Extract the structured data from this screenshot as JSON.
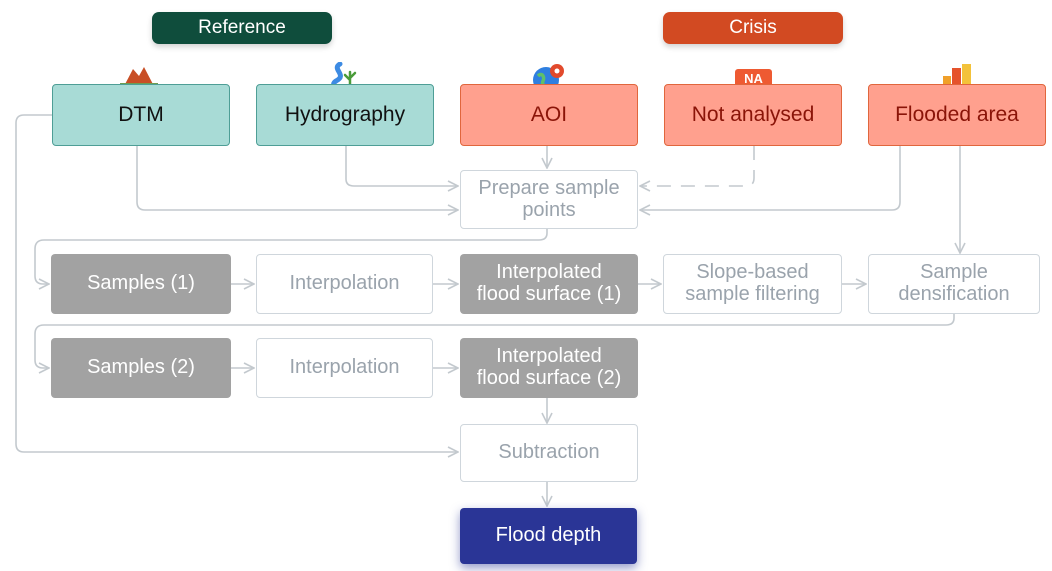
{
  "headers": {
    "reference": "Reference",
    "crisis": "Crisis"
  },
  "sources": {
    "dtm": "DTM",
    "hydrography": "Hydrography",
    "aoi": "AOI",
    "not_analysed": "Not analysed",
    "flooded_area": "Flooded area"
  },
  "icons": {
    "dtm": "mountain-icon",
    "hydrography": "river-icon",
    "aoi": "globe-pin-icon",
    "not_analysed": "na-badge-icon",
    "not_analysed_text": "NA",
    "flooded_area": "flooded-buildings-icon"
  },
  "steps": {
    "prepare": [
      "Prepare sample",
      "points"
    ],
    "samples_1": "Samples (1)",
    "interpolation_1": "Interpolation",
    "surface_1": [
      "Interpolated",
      "flood surface (1)"
    ],
    "slope_filter": [
      "Slope-based",
      "sample filtering"
    ],
    "densification": [
      "Sample",
      "densification"
    ],
    "samples_2": "Samples (2)",
    "interpolation_2": "Interpolation",
    "surface_2": [
      "Interpolated",
      "flood surface (2)"
    ],
    "subtraction": "Subtraction",
    "flood_depth": "Flood depth"
  },
  "colors": {
    "reference_header": "#0f4d3c",
    "crisis_header": "#d24a22",
    "reference_box": "#a8dbd6",
    "crisis_box": "#ffa08e",
    "data_box": "#a2a2a2",
    "final_box": "#2a3596",
    "connector": "#c3c9ce"
  }
}
